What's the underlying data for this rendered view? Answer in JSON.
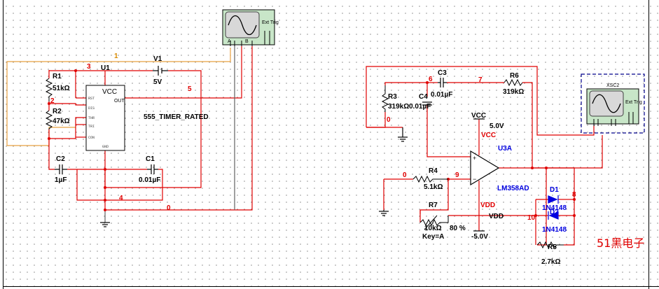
{
  "net_labels": {
    "n1": "1",
    "n2": "2",
    "n3": "3",
    "n4": "4",
    "n5": "5",
    "n0_left": "0",
    "n6": "6",
    "n7": "7",
    "n0_c3": "0",
    "n0_r4": "0",
    "n9": "9",
    "n10": "10",
    "n8": "8"
  },
  "components": {
    "r1": {
      "ref": "R1",
      "value": "51kΩ"
    },
    "r2": {
      "ref": "R2",
      "value": "47kΩ"
    },
    "v1": {
      "ref": "V1",
      "value": "5V"
    },
    "u1": {
      "ref": "U1",
      "part": "555_TIMER_RATED",
      "pin_vcc": "VCC",
      "pin_out": "OUT",
      "pins": [
        "RST",
        "DIS",
        "THR",
        "TRI",
        "CON",
        "GND"
      ]
    },
    "c2": {
      "ref": "C2",
      "value": "1µF"
    },
    "c1": {
      "ref": "C1",
      "value": "0.01µF"
    },
    "c3": {
      "ref": "C3",
      "value": "0.01µF"
    },
    "r6": {
      "ref": "R6",
      "value": "319kΩ"
    },
    "r3": {
      "ref": "R3",
      "value": "319kΩ"
    },
    "c4": {
      "ref": "C4",
      "value": "0.01µF"
    },
    "vcc_src": {
      "label": "VCC",
      "value": "5.0V",
      "net": "VCC"
    },
    "u3a": {
      "ref": "U3A",
      "part": "LM358AD"
    },
    "r4": {
      "ref": "R4",
      "value": "5.1kΩ"
    },
    "r7": {
      "ref": "R7",
      "value": "10kΩ",
      "percent": "80 %",
      "key": "Key=A"
    },
    "vdd_src": {
      "net": "VDD",
      "label": "VDD",
      "value": "-5.0V"
    },
    "d1": {
      "ref": "D1",
      "part": "1N4148"
    },
    "d2": {
      "ref": "D2",
      "part": "1N4148"
    },
    "r5": {
      "ref": "R5",
      "value": "2.7kΩ"
    }
  },
  "instruments": {
    "xsc1": {
      "ext_trig": "Ext Trig",
      "ch_a": "A",
      "ch_b": "B"
    },
    "xsc2": {
      "title": "XSC2",
      "ext_trig": "Ext Trig"
    }
  },
  "watermark": "51黑电子",
  "colors": {
    "wire_red": "#e00000",
    "wire_orange": "#e8a040",
    "scope_bg": "#c8e6c8",
    "label_blue": "#0000e0",
    "scope_frame": "#00008b"
  }
}
